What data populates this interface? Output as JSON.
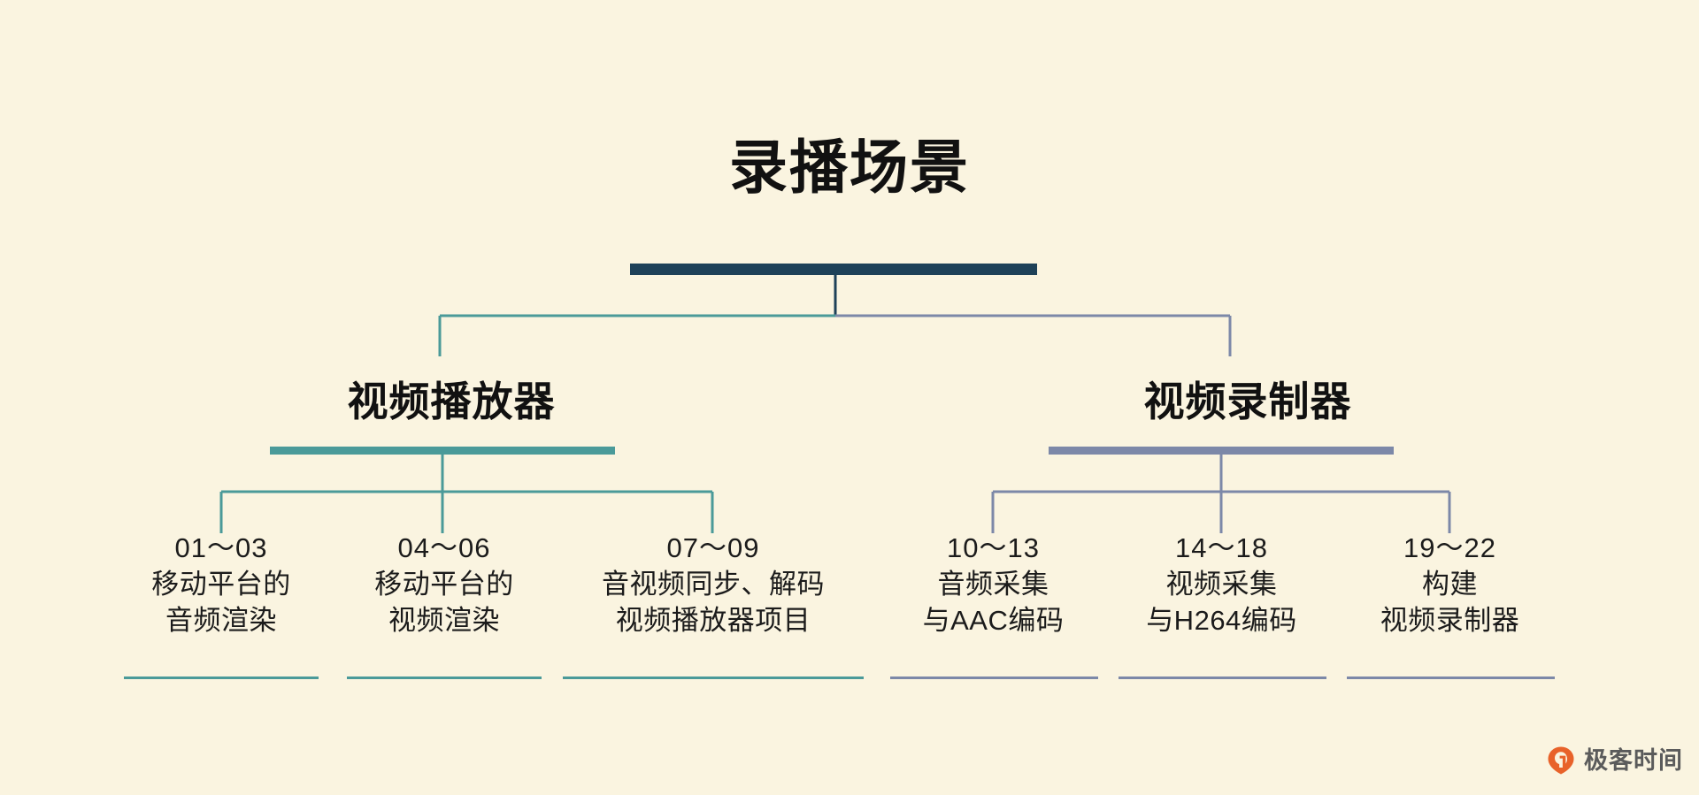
{
  "theme": {
    "background": "#faf4e0",
    "root_accent": "#1e4158",
    "left_accent": "#4a9a99",
    "right_accent": "#7c88a8",
    "text": "#111111",
    "watermark_color": "#5b5b5b",
    "watermark_mark_color": "#e8622a"
  },
  "diagram": {
    "type": "tree",
    "root": {
      "label": "录播场景"
    },
    "branches": [
      {
        "id": "video-player",
        "label": "视频播放器",
        "accent": "#4a9a99",
        "leaves": [
          {
            "range": "01～03",
            "lines": [
              "移动平台的",
              "音频渲染"
            ]
          },
          {
            "range": "04～06",
            "lines": [
              "移动平台的",
              "视频渲染"
            ]
          },
          {
            "range": "07～09",
            "lines": [
              "音视频同步、解码",
              "视频播放器项目"
            ]
          }
        ]
      },
      {
        "id": "video-recorder",
        "label": "视频录制器",
        "accent": "#7c88a8",
        "leaves": [
          {
            "range": "10～13",
            "lines": [
              "音频采集",
              "与AAC编码"
            ]
          },
          {
            "range": "14～18",
            "lines": [
              "视频采集",
              "与H264编码"
            ]
          },
          {
            "range": "19～22",
            "lines": [
              "构建",
              "视频录制器"
            ]
          }
        ]
      }
    ]
  },
  "watermark": {
    "text": "极客时间",
    "mark": "geektime-logo-icon"
  }
}
